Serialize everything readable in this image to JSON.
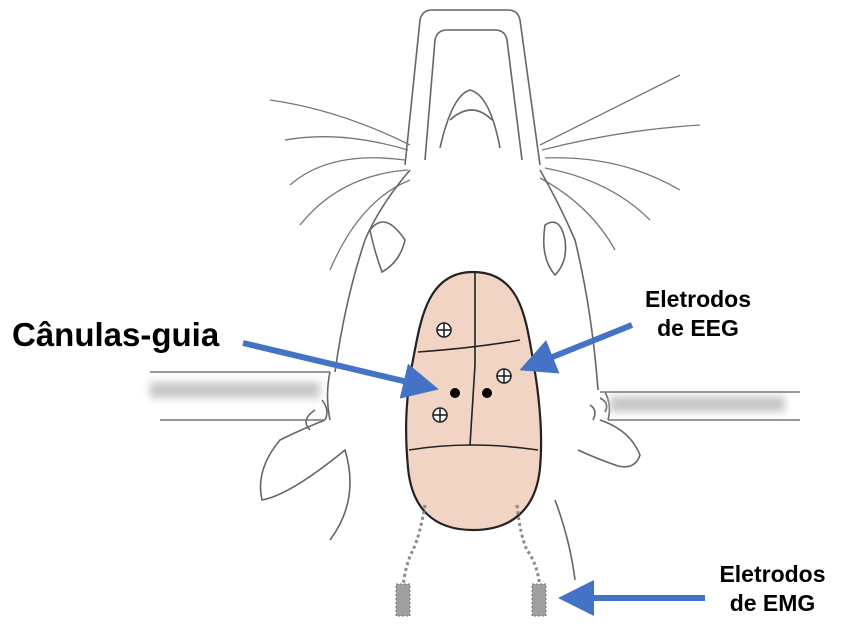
{
  "labels": {
    "guide_cannulas": "Cânulas-guia",
    "eeg_electrodes": "Eletrodos\nde EEG",
    "emg_electrodes": "Eletrodos\nde EMG"
  },
  "colors": {
    "skull_fill": "#f1d4c4",
    "arrow": "#4472c4",
    "outline": "#222222",
    "line_art": "#666666",
    "emg_electrode": "#9a9a9a",
    "ear_bar": "#c8c8c8"
  },
  "icons": {
    "screw": "screw-icon",
    "cannula": "cannula-dot-icon"
  }
}
